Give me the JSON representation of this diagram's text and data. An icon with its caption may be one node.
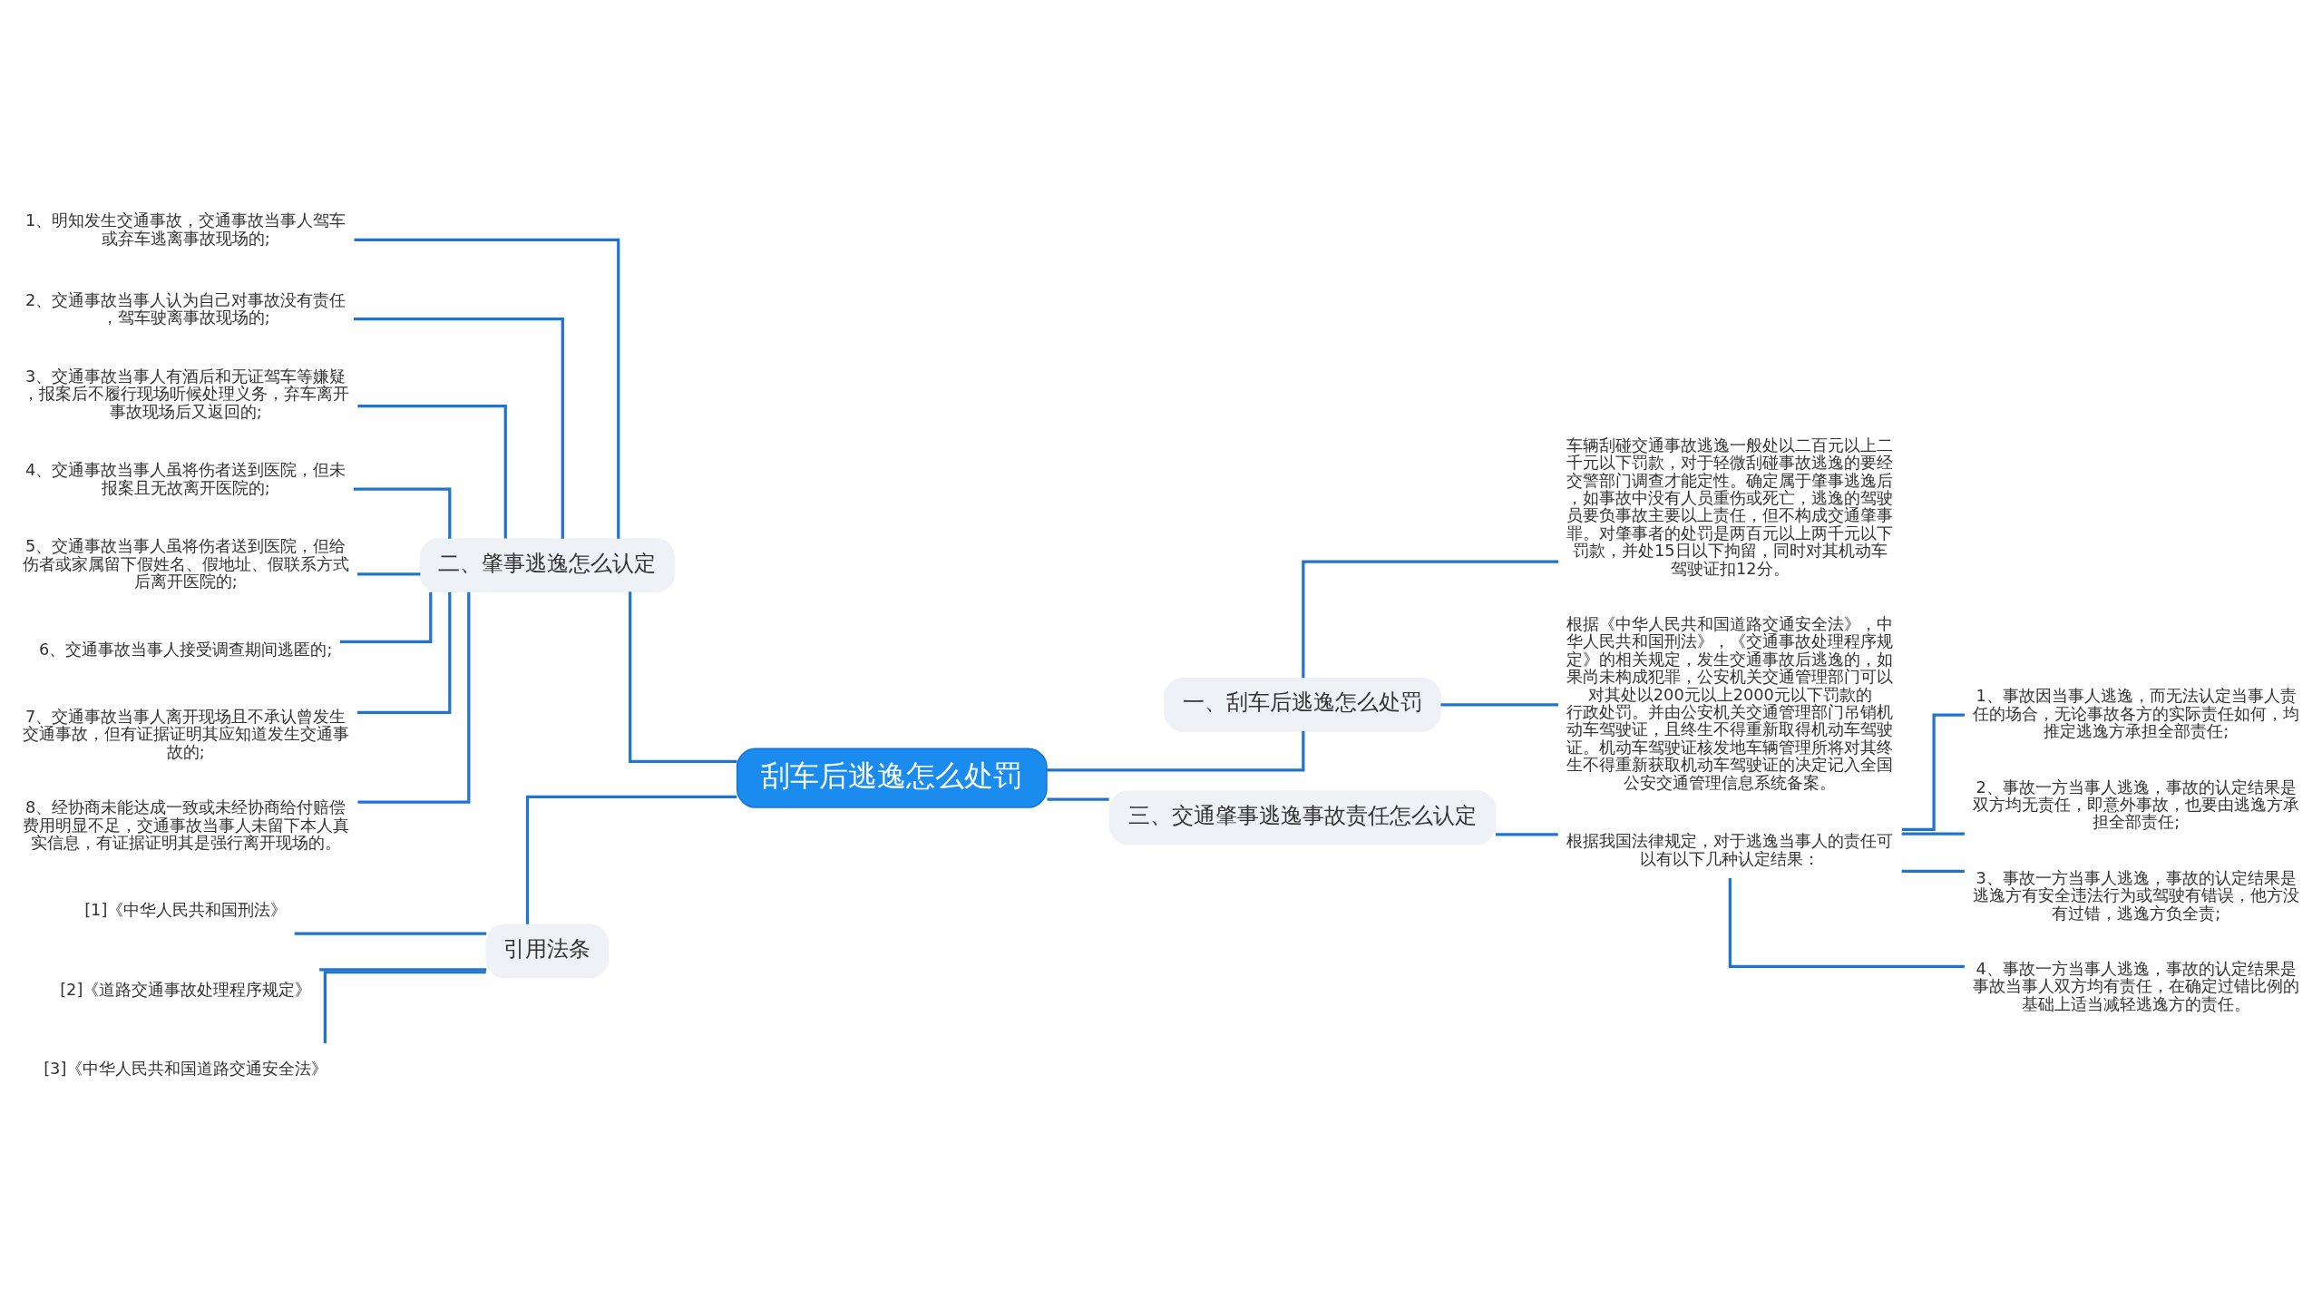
{
  "diagram": {
    "nodes": [
      {
        "text": [
          "刮车后逃逸怎么处罚"
        ]
      },
      {
        "text": [
          "一、刮车后逃逸怎么处罚"
        ]
      },
      {
        "text": [
          "车辆刮碰交通事故逃逸一般处以二百元以上二千元以下罚款，对于轻微刮碰事故逃逸的要经交警部门调查才能定性。确定属于肇事逃逸后，如事故中没有人员重伤或死亡，逃逸的驾驶员要负事故主要以上责任，但不构成交通肇事罪。对肇事者的处罚是两百元以上两千元以下罚款，并处15日以下拘留，同时对其机动车驾驶证扣12分。"
        ]
      },
      {
        "text": [
          "根据《中华人民共和国道路交通安全法》，中华人民共和国刑法》，《交通事故处理程序规定》的相关规定，发生交通事故后逃逸的，如果尚未构成犯罪，公安机关交通管理部门可以对其处以200元以上2000元以下罚款的行政处罚。并由公安机关交通管理部门吊销机动车驾驶证，且终生不得重新取得机动车驾驶证。机动车驾驶证核发地车辆管理所将对其终生不得重新获取机动车驾驶证的决定记入全国公安交通管理信息系统备案。"
        ]
      },
      {
        "text": [
          "三、交通肇事逃逸事故责任怎么认定"
        ]
      },
      {
        "text": [
          "根据我国法律规定，对于逃逸当事人的责任可以有以下几种认定结果："
        ]
      },
      {
        "text": [
          "1、事故因当事人逃逸，而无法认定当事人责任的场合，无论事故各方的实际责任如何，均推定逃逸方承担全部责任;"
        ]
      },
      {
        "text": [
          "2、事故一方当事人逃逸，事故的认定结果是双方均无责任，即意外事故，也要由逃逸方承担全部责任;"
        ]
      },
      {
        "text": [
          "3、事故一方当事人逃逸，事故的认定结果是逃逸方有安全违法行为或驾驶有错误，他方没有过错，逃逸方负全责;"
        ]
      },
      {
        "text": [
          "4、事故一方当事人逃逸，事故的认定结果是事故当事人双方均有责任，在确定过错比例的基础上适当减轻逃逸方的责任。"
        ]
      },
      {
        "text": [
          "二、肇事逃逸怎么认定"
        ]
      },
      {
        "text": [
          "1、明知发生交通事故，交通事故当事人驾车或弃车逃离事故现场的;"
        ]
      },
      {
        "text": [
          "2、交通事故当事人认为自己对事故没有责任，驾车驶离事故现场的;"
        ]
      },
      {
        "text": [
          "3、交通事故当事人有酒后和无证驾车等嫌疑，报案后不履行现场听候处理义务，弃车离开事故现场后又返回的;"
        ]
      },
      {
        "text": [
          "4、交通事故当事人虽将伤者送到医院，但未报案且无故离开医院的;"
        ]
      },
      {
        "text": [
          "5、交通事故当事人虽将伤者送到医院，但给伤者或家属留下假姓名、假地址、假联系方式后离开医院的;"
        ]
      },
      {
        "text": [
          "6、交通事故当事人接受调查期间逃匿的;"
        ]
      },
      {
        "text": [
          "7、交通事故当事人离开现场且不承认曾发生交通事故，但有证据证明其应知道发生交通事故的;"
        ]
      },
      {
        "text": [
          "8、经协商未能达成一致或未经协商给付赔偿费用明显不足，交通事故当事人未留下本人真实信息，有证据证明其是强行离开现场的。"
        ]
      },
      {
        "text": [
          "引用法条"
        ]
      },
      {
        "text": [
          "[1]《中华人民共和国刑法》"
        ]
      },
      {
        "text": [
          "[2]《道路交通事故处理程序规定》"
        ]
      },
      {
        "text": [
          "[3]《中华人民共和国道路交通安全法》"
        ]
      }
    ],
    "edges": [
      {
        "from": 0,
        "to": 1,
        "arrow": "none"
      },
      {
        "from": 1,
        "to": 2,
        "arrow": "none"
      },
      {
        "from": 1,
        "to": 3,
        "arrow": "none"
      },
      {
        "from": 0,
        "to": 4,
        "arrow": "none"
      },
      {
        "from": 4,
        "to": 5,
        "arrow": "none"
      },
      {
        "from": 5,
        "to": 6,
        "arrow": "none"
      },
      {
        "from": 5,
        "to": 7,
        "arrow": "none"
      },
      {
        "from": 5,
        "to": 8,
        "arrow": "none"
      },
      {
        "from": 5,
        "to": 9,
        "arrow": "none"
      },
      {
        "from": 0,
        "to": 10,
        "arrow": "none"
      },
      {
        "from": 10,
        "to": 11,
        "arrow": "none"
      },
      {
        "from": 10,
        "to": 12,
        "arrow": "none"
      },
      {
        "from": 10,
        "to": 13,
        "arrow": "none"
      },
      {
        "from": 10,
        "to": 14,
        "arrow": "none"
      },
      {
        "from": 10,
        "to": 15,
        "arrow": "none"
      },
      {
        "from": 10,
        "to": 16,
        "arrow": "none"
      },
      {
        "from": 10,
        "to": 17,
        "arrow": "none"
      },
      {
        "from": 10,
        "to": 18,
        "arrow": "none"
      },
      {
        "from": 0,
        "to": 19,
        "arrow": "none"
      },
      {
        "from": 19,
        "to": 20,
        "arrow": "none"
      },
      {
        "from": 19,
        "to": 21,
        "arrow": "none"
      },
      {
        "from": 19,
        "to": 22,
        "arrow": "none"
      }
    ]
  }
}
